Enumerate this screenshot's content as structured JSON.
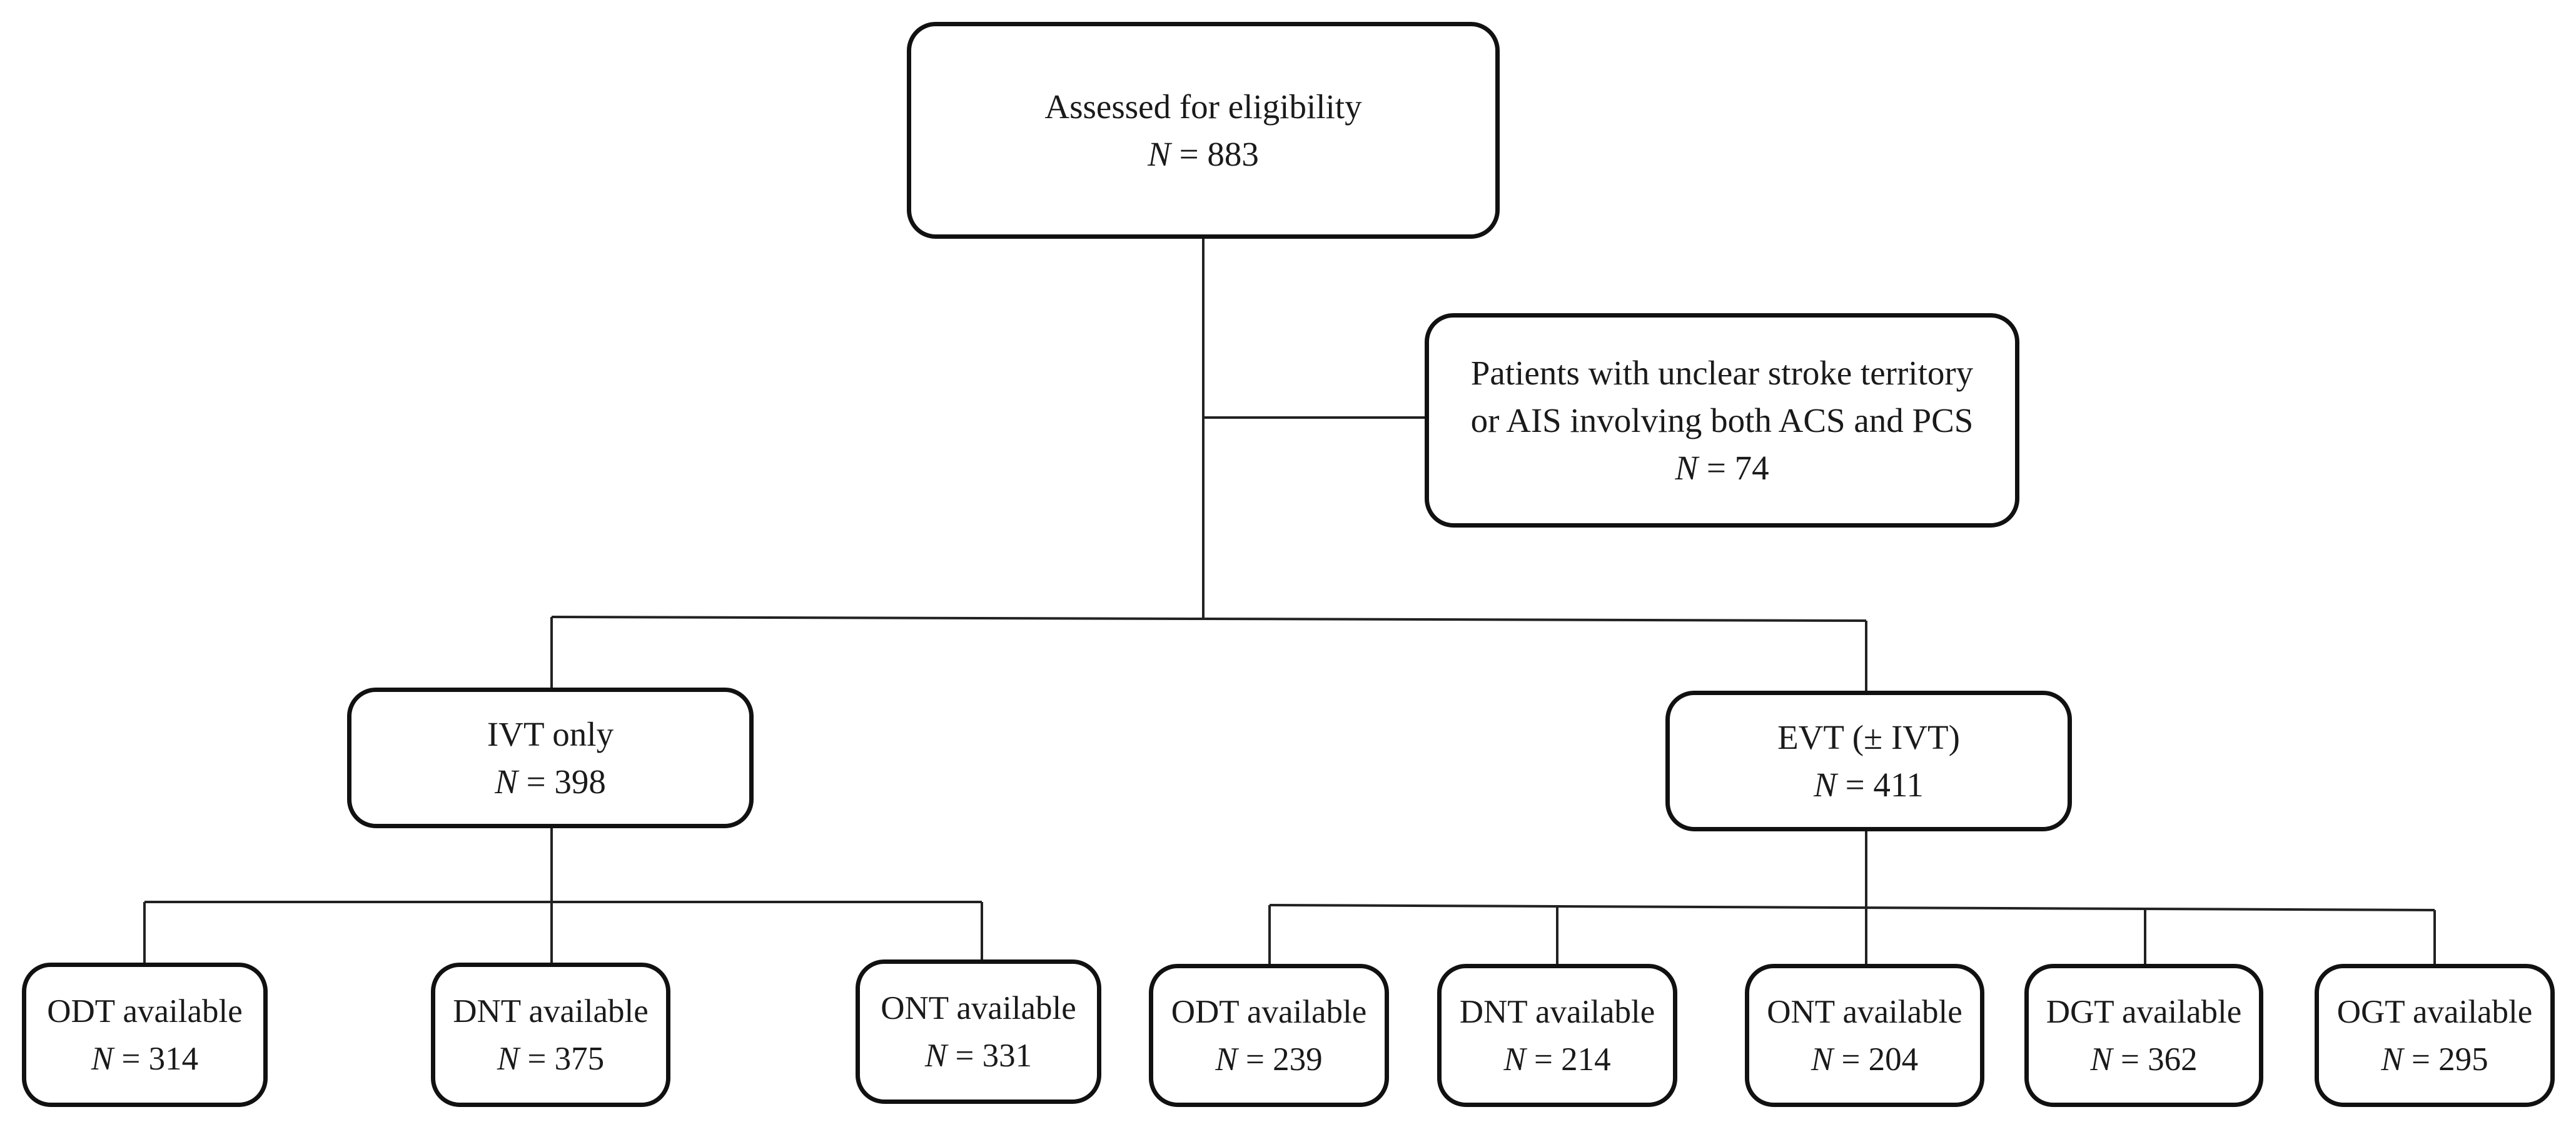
{
  "root": {
    "text": "Assessed for eligibility",
    "n_label": "N",
    "n_value": "= 883"
  },
  "excluded": {
    "line1": "Patients with unclear stroke territory",
    "line2": "or AIS involving both ACS and PCS",
    "n_label": "N",
    "n_value": "= 74"
  },
  "ivt": {
    "text": "IVT only",
    "n_label": "N",
    "n_value": "= 398",
    "children": [
      {
        "text": "ODT available",
        "n_label": "N",
        "n_value": "= 314"
      },
      {
        "text": "DNT available",
        "n_label": "N",
        "n_value": "= 375"
      },
      {
        "text": "ONT available",
        "n_label": "N",
        "n_value": "= 331"
      }
    ]
  },
  "evt": {
    "text": "EVT (± IVT)",
    "n_label": "N",
    "n_value": "= 411",
    "children": [
      {
        "text": "ODT available",
        "n_label": "N",
        "n_value": "= 239"
      },
      {
        "text": "DNT available",
        "n_label": "N",
        "n_value": "= 214"
      },
      {
        "text": "ONT available",
        "n_label": "N",
        "n_value": "= 204"
      },
      {
        "text": "DGT available",
        "n_label": "N",
        "n_value": "= 362"
      },
      {
        "text": "OGT available",
        "n_label": "N",
        "n_value": "= 295"
      }
    ]
  }
}
